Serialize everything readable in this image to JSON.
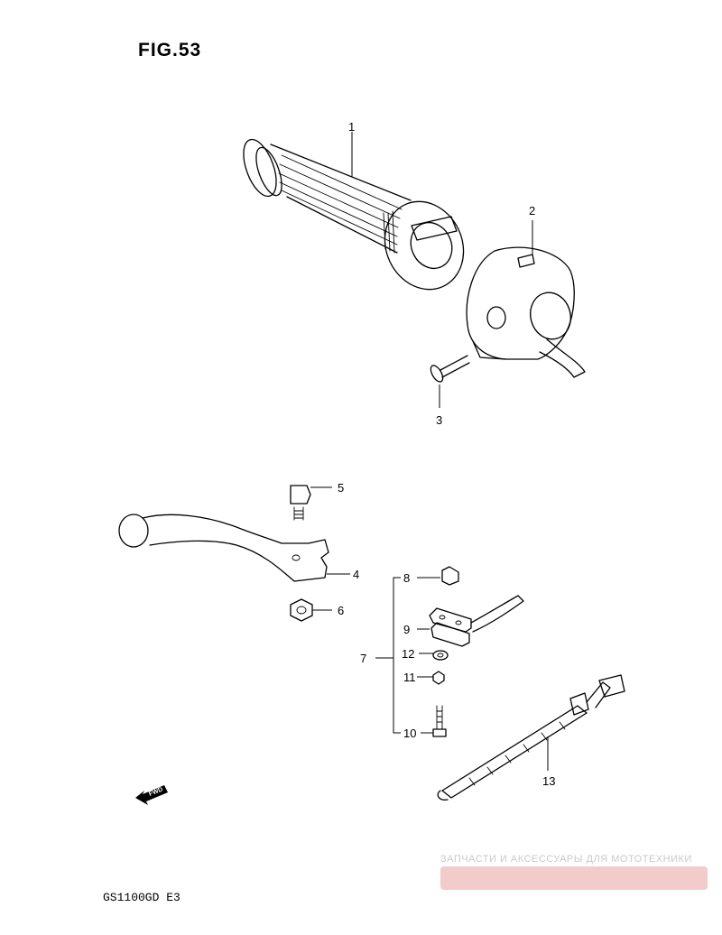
{
  "figure_title": "FIG.53",
  "model_label": "GS1100GD E3",
  "fwd_label": "FWD",
  "callouts": [
    {
      "id": "1",
      "label": "1"
    },
    {
      "id": "2",
      "label": "2"
    },
    {
      "id": "3",
      "label": "3"
    },
    {
      "id": "4",
      "label": "4"
    },
    {
      "id": "5",
      "label": "5"
    },
    {
      "id": "6",
      "label": "6"
    },
    {
      "id": "7",
      "label": "7"
    },
    {
      "id": "8",
      "label": "8"
    },
    {
      "id": "9",
      "label": "9"
    },
    {
      "id": "10",
      "label": "10"
    },
    {
      "id": "11",
      "label": "11"
    },
    {
      "id": "12",
      "label": "12"
    },
    {
      "id": "13",
      "label": "13"
    }
  ],
  "watermark": {
    "tagline": "ЗАПЧАСТИ И АКСЕССУАРЫ ДЛЯ МОТОТЕХНИКИ",
    "logo_color": "#e8a0a0"
  }
}
